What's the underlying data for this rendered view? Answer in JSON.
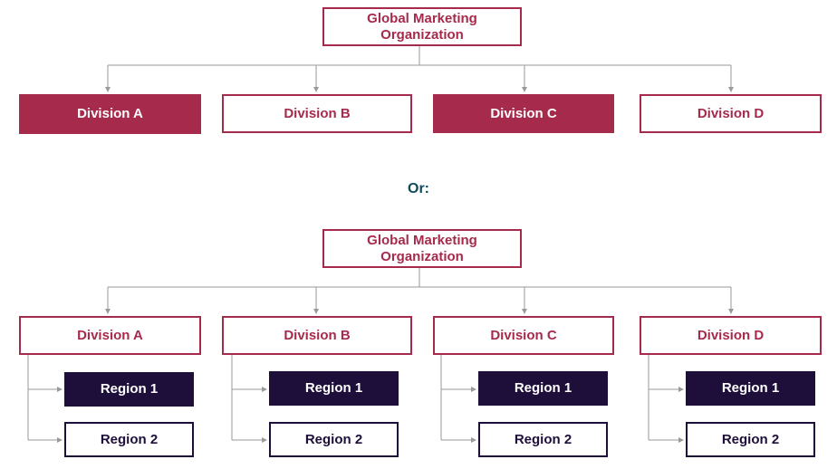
{
  "diagram1": {
    "root": "Global Marketing\nOrganization",
    "divisions": [
      "Division A",
      "Division B",
      "Division C",
      "Division D"
    ]
  },
  "separator": "Or:",
  "diagram2": {
    "root": "Global Marketing\nOrganization",
    "divisions": [
      {
        "label": "Division A",
        "regions": [
          "Region 1",
          "Region 2"
        ]
      },
      {
        "label": "Division B",
        "regions": [
          "Region 1",
          "Region 2"
        ]
      },
      {
        "label": "Division C",
        "regions": [
          "Region 1",
          "Region 2"
        ]
      },
      {
        "label": "Division D",
        "regions": [
          "Region 1",
          "Region 2"
        ]
      }
    ]
  },
  "colors": {
    "brand": "#a62a4c",
    "region_dark": "#1e0f3a",
    "separator": "#0f4a5c",
    "connector": "#9a9a9a"
  }
}
